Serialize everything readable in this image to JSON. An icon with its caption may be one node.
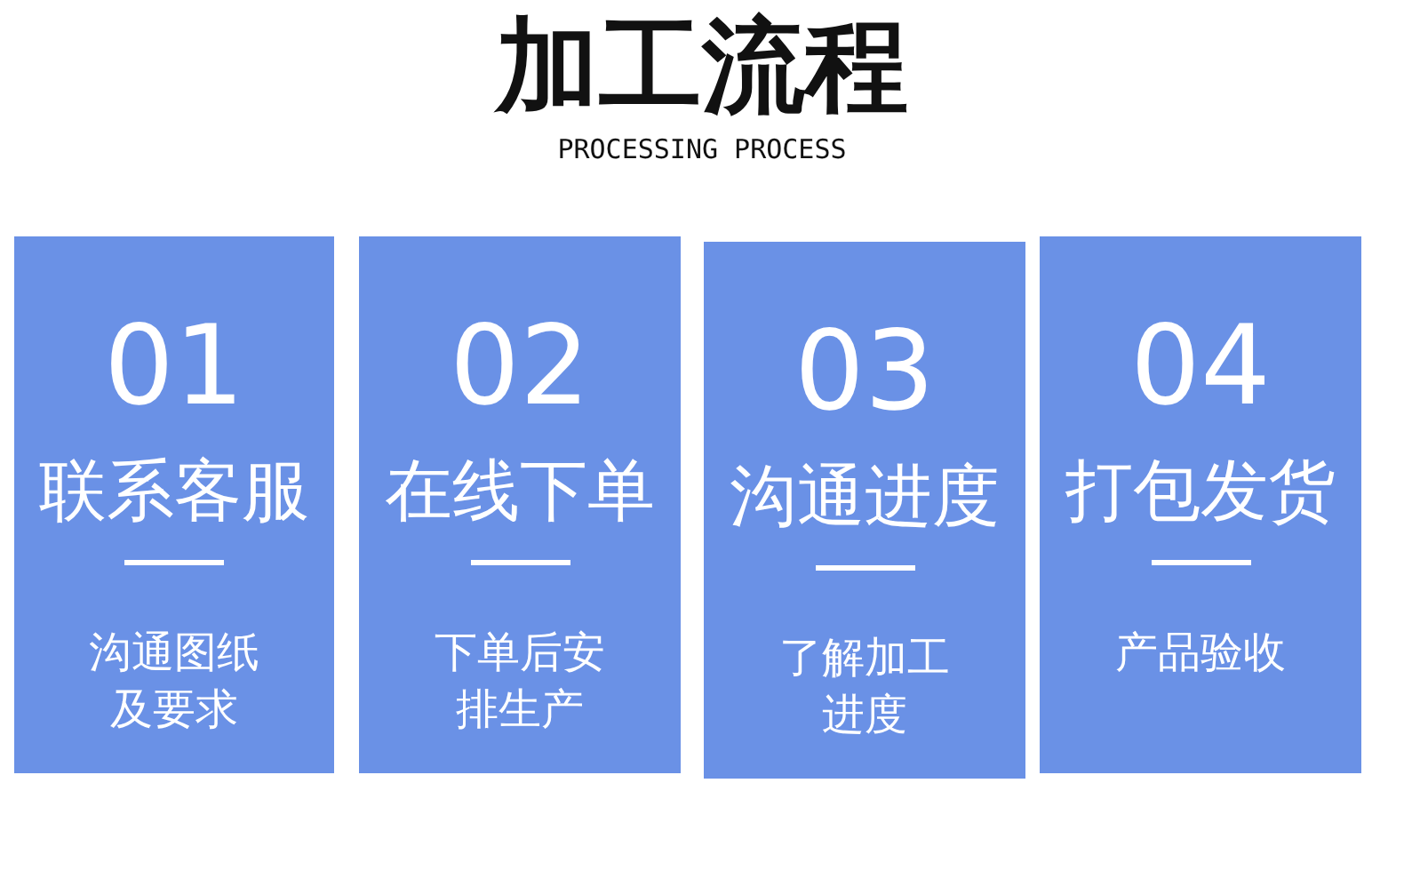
{
  "diagram": {
    "title": "加工流程",
    "nodes": [
      {
        "text": [
          "01",
          "联系客服",
          "沟通图纸及要求"
        ]
      },
      {
        "text": [
          "02",
          "在线下单",
          "下单后安排生产"
        ]
      },
      {
        "text": [
          "03",
          "沟通进度",
          "了解加工进度"
        ]
      },
      {
        "text": [
          "04",
          "打包发货",
          "产品验收"
        ]
      }
    ],
    "labels": [
      "PROCESSING PROCESS"
    ]
  }
}
